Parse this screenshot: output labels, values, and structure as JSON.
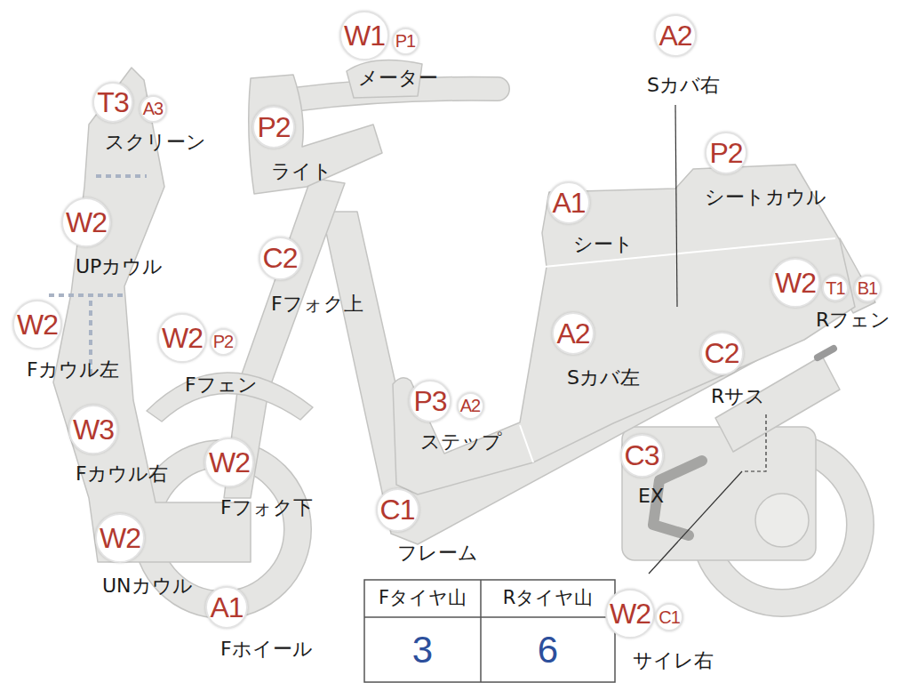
{
  "diagram": {
    "nodes": [
      {
        "text": [
          "W1"
        ]
      },
      {
        "text": [
          "P1"
        ]
      },
      {
        "text": [
          "A2"
        ]
      },
      {
        "text": [
          "T3"
        ]
      },
      {
        "text": [
          "A3"
        ]
      },
      {
        "text": [
          "P2"
        ]
      },
      {
        "text": [
          "P2"
        ]
      },
      {
        "text": [
          "A1"
        ]
      },
      {
        "text": [
          "W2"
        ]
      },
      {
        "text": [
          "C2"
        ]
      },
      {
        "text": [
          "W2"
        ]
      },
      {
        "text": [
          "T1"
        ]
      },
      {
        "text": [
          "B1"
        ]
      },
      {
        "text": [
          "W2"
        ]
      },
      {
        "text": [
          "W2"
        ]
      },
      {
        "text": [
          "P2"
        ]
      },
      {
        "text": [
          "A2"
        ]
      },
      {
        "text": [
          "C2"
        ]
      },
      {
        "text": [
          "P3"
        ]
      },
      {
        "text": [
          "A2"
        ]
      },
      {
        "text": [
          "W3"
        ]
      },
      {
        "text": [
          "W2"
        ]
      },
      {
        "text": [
          "C3"
        ]
      },
      {
        "text": [
          "C1"
        ]
      },
      {
        "text": [
          "W2"
        ]
      },
      {
        "text": [
          "A1"
        ]
      },
      {
        "text": [
          "W2"
        ]
      },
      {
        "text": [
          "C1"
        ]
      }
    ],
    "labels": [
      "メーター",
      "Sカバ右",
      "スクリーン",
      "ライト",
      "シートカウル",
      "シート",
      "UPカウル",
      "Fフォク上",
      "Rフェン",
      "Fカウル左",
      "Fフェン",
      "Sカバ左",
      "Rサス",
      "ステップ",
      "Fカウル右",
      "EX",
      "Fフォク下",
      "フレーム",
      "UNカウル",
      "Fホイール",
      "サイレ右",
      "Fタイヤ山",
      "Rタイヤ山",
      "3",
      "6"
    ]
  }
}
